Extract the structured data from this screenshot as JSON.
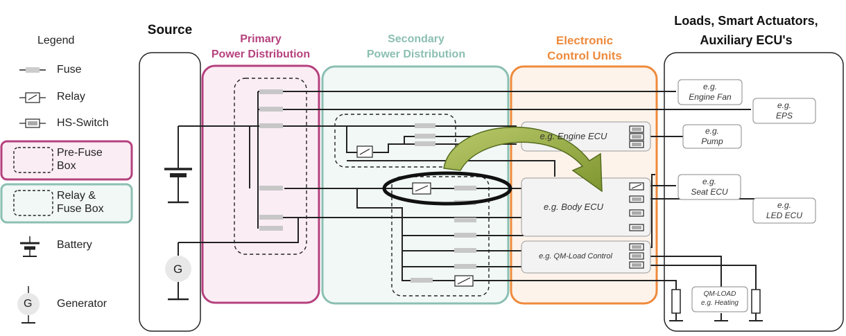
{
  "legend": {
    "title": "Legend",
    "fuse": "Fuse",
    "relay": "Relay",
    "hs_switch": "HS-Switch",
    "pre_fuse_box": "Pre-Fuse\nBox",
    "relay_fuse_box": "Relay &\nFuse Box",
    "battery": "Battery",
    "generator": "Generator",
    "generator_symbol": "G"
  },
  "sections": {
    "source": "Source",
    "primary": "Primary\nPower Distribution",
    "secondary": "Secondary\nPower Distribution",
    "ecu": "Electronic\nControl Units",
    "loads": "Loads, Smart Actuators,\nAuxiliary ECU's"
  },
  "ecus": {
    "engine": "e.g. Engine ECU",
    "body": "e.g. Body ECU",
    "qm": "e.g. QM-Load Control"
  },
  "loads": {
    "engine_fan": "e.g.\nEngine Fan",
    "eps": "e.g.\nEPS",
    "pump": "e.g.\nPump",
    "seat_ecu": "e.g.\nSeat ECU",
    "led_ecu": "e.g.\nLED ECU",
    "qm_load": "QM-LOAD\ne.g. Heating"
  },
  "colors": {
    "primary": "#b5417e",
    "secondary": "#8bbfb2",
    "ecu": "#ee8a3c",
    "arrow": "#93a83a",
    "primary_fill": "#fbedf4",
    "secondary_fill": "#f1f8f6",
    "ecu_fill": "#fdf3ea"
  }
}
